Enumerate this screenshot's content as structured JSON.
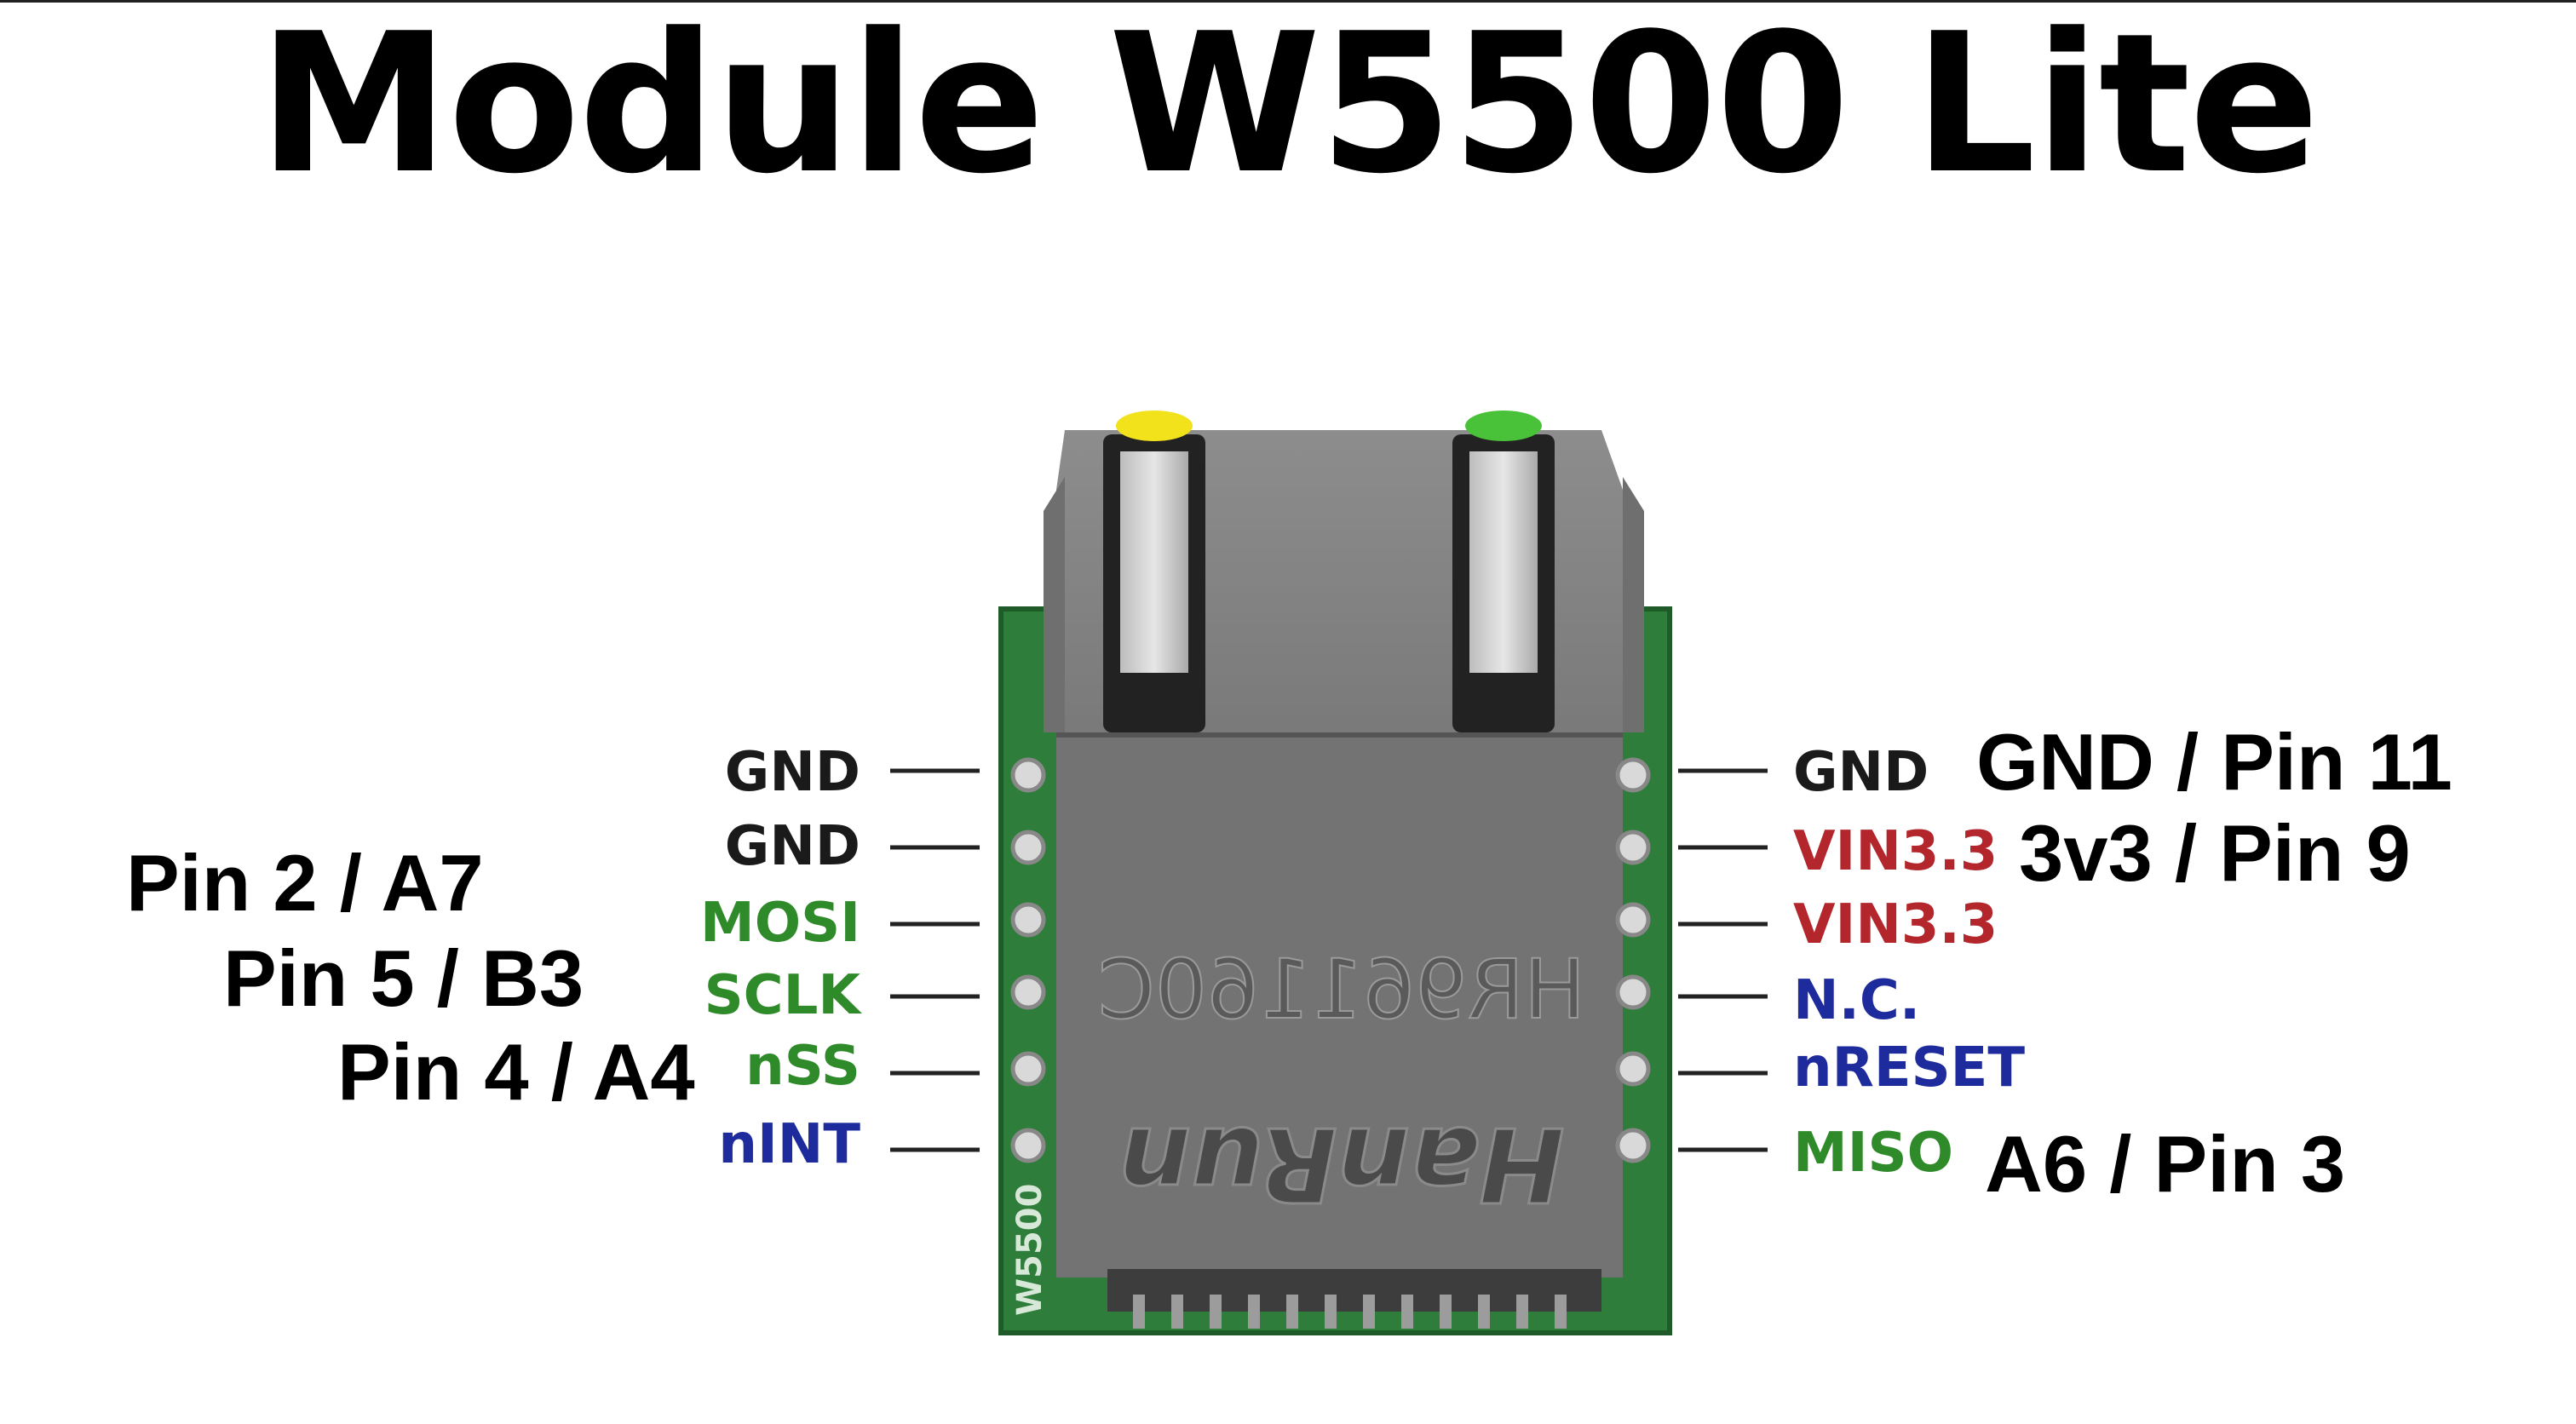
{
  "title": "Module W5500 Lite",
  "module": {
    "jack_marking": "HR961160C",
    "brand": "HanRun",
    "board_marking": "W5500"
  },
  "left_pins": [
    {
      "label": "GND",
      "color": "#1a1a1a"
    },
    {
      "label": "GND",
      "color": "#1a1a1a"
    },
    {
      "label": "MOSI",
      "color": "#2f8a2a"
    },
    {
      "label": "SCLK",
      "color": "#2f8a2a"
    },
    {
      "label": "nSS",
      "color": "#2f8a2a"
    },
    {
      "label": "nINT",
      "color": "#1e2b9c"
    }
  ],
  "right_pins": [
    {
      "label": "GND",
      "color": "#1a1a1a"
    },
    {
      "label": "VIN3.3",
      "color": "#b3262c"
    },
    {
      "label": "VIN3.3",
      "color": "#b3262c"
    },
    {
      "label": "N.C.",
      "color": "#1e2b9c"
    },
    {
      "label": "nRESET",
      "color": "#1e2b9c"
    },
    {
      "label": "MISO",
      "color": "#2f8a2a"
    }
  ],
  "annotations": {
    "gnd_pin11": "GND / Pin 11",
    "v33_pin9": "3v3 / Pin 9",
    "pin2_a7": "Pin 2 / A7",
    "pin5_b3": "Pin 5 /  B3",
    "pin4_a4": "Pin 4 /  A4",
    "a6_pin3": "A6 / Pin 3"
  },
  "colors": {
    "pcb": "#2e7d3a",
    "led_left": "#f2e21c",
    "led_right": "#49c23a"
  }
}
